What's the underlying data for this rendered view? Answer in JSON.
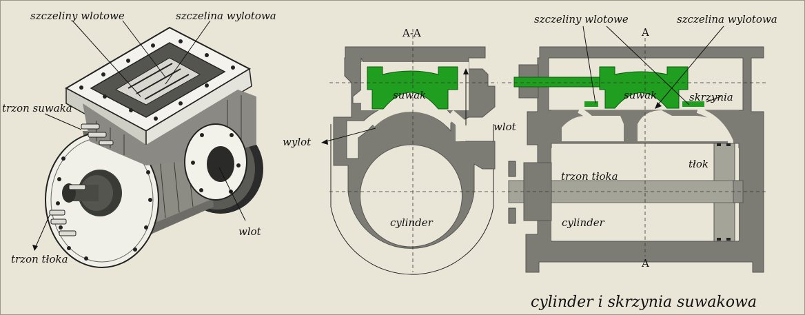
{
  "colors": {
    "background": "#e9e6d8",
    "metal": "#7d7c74",
    "metal_light": "#a5a499",
    "slide_valve": "#1f9e1f",
    "line": "#222222"
  },
  "perspective": {
    "inlet_ports": "szczeliny wlotowe",
    "outlet_port": "szczelina wylotowa",
    "valve_rod": "trzon suwaka",
    "piston_rod": "trzon tłoka",
    "inlet": "wlot"
  },
  "section_aa": {
    "title": "A-A",
    "valve": "suwak",
    "inlet": "wlot",
    "outlet": "wylot",
    "cylinder": "cylinder"
  },
  "section_long": {
    "top_marker": "A",
    "bottom_marker": "A",
    "inlet_ports": "szczeliny wlotowe",
    "outlet_port": "szczelina wylotowa",
    "valve": "suwak",
    "chest": "skrzynia",
    "piston": "tłok",
    "piston_rod": "trzon tłoka",
    "cylinder": "cylinder"
  },
  "caption": "cylinder i skrzynia suwakowa"
}
